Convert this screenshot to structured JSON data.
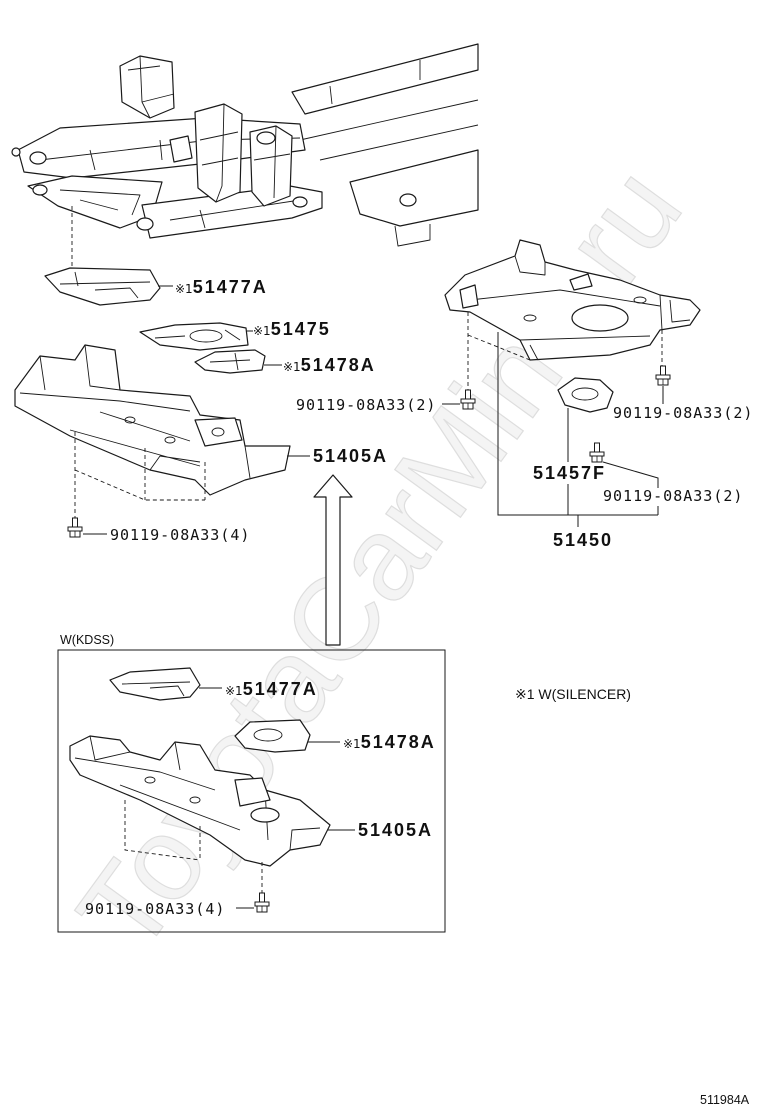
{
  "watermark": "ToyotaCarMine.ru",
  "main_assembly": {
    "part_51477A": {
      "mark": "※1",
      "code": "51477A"
    },
    "part_51475": {
      "mark": "※1",
      "code": "51475"
    },
    "part_51478A": {
      "mark": "※1",
      "code": "51478A"
    },
    "part_51405A": "51405A",
    "bolt": "90119-08A33(4)"
  },
  "right_assembly": {
    "bolt_upper_left": "90119-08A33(2)",
    "bolt_upper_right": "90119-08A33(2)",
    "part_51457F": "51457F",
    "bolt_lower": "90119-08A33(2)",
    "assembly_code": "51450"
  },
  "kdss_inset": {
    "title": "W(KDSS)",
    "part_51477A": {
      "mark": "※1",
      "code": "51477A"
    },
    "part_51478A": {
      "mark": "※1",
      "code": "51478A"
    },
    "part_51405A": "51405A",
    "bolt": "90119-08A33(4)"
  },
  "footnote": "※1 W(SILENCER)",
  "figure_id": "511984A"
}
